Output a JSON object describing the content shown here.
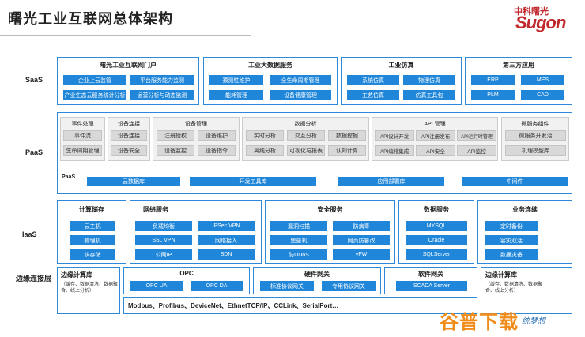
{
  "title": "曙光工业互联网总体架构",
  "logo": {
    "cn": "中科曙光",
    "en": "Sugon"
  },
  "layers": {
    "saas": "SaaS",
    "paas": "PaaS",
    "iaas": "IaaS",
    "edge": "边缘连接层"
  },
  "saas": {
    "portal": {
      "title": "曙光工业互联网门户",
      "items": [
        "企业上云监管",
        "平台服务能力监测",
        "产业生态云服务统计分析",
        "运营分析与动态监测"
      ]
    },
    "bigdata": {
      "title": "工业大数据服务",
      "items": [
        "预测性维护",
        "全生命周期管理",
        "能耗管理",
        "设备健康管理"
      ]
    },
    "sim": {
      "title": "工业仿真",
      "items": [
        "系统仿真",
        "物理仿真",
        "工艺仿真",
        "仿真工具包"
      ]
    },
    "third": {
      "title": "第三方应用",
      "items": [
        "ERP",
        "MES",
        "PLM",
        "CAD"
      ]
    }
  },
  "paas": {
    "event": {
      "title": "事件处理",
      "items": [
        "事件流",
        "生命周期管理"
      ]
    },
    "conn": {
      "title": "设备连接",
      "items": [
        "设备连接",
        "设备安全"
      ]
    },
    "devmgmt": {
      "title": "设备管理",
      "items": [
        "注册授权",
        "设备维护",
        "设备监控",
        "设备指令"
      ]
    },
    "analysis": {
      "title": "数据分析",
      "items": [
        "实时分析",
        "交互分析",
        "数据挖掘",
        "离线分析",
        "可视化与报表",
        "认知计算"
      ]
    },
    "api": {
      "title": "API 管理",
      "items": [
        "API设计开发",
        "API注册发布",
        "API运行时管理",
        "API编排集成",
        "API安全",
        "API监控"
      ]
    },
    "micro": {
      "title": "微服务组件",
      "items": [
        "微服务开发治",
        "机理模型库"
      ]
    },
    "base": {
      "label": "PaaS",
      "items": [
        "云数据库",
        "开发工具库",
        "应用部署库",
        "中间件"
      ]
    }
  },
  "iaas": {
    "compute": {
      "title": "计算储存",
      "items": [
        "云主机",
        "物理机",
        "块存储"
      ]
    },
    "network": {
      "title": "网络服务",
      "items": [
        "负载均衡",
        "IPSec VPN",
        "SSL VPN",
        "网络接入",
        "公网IP",
        "SDN"
      ]
    },
    "security": {
      "title": "安全服务",
      "items": [
        "漏洞扫描",
        "防病毒",
        "堡垒机",
        "网页防篡改",
        "防DDoS",
        "vFW"
      ]
    },
    "data": {
      "title": "数据服务",
      "items": [
        "MYSQL",
        "Oracle",
        "SQLServer"
      ]
    },
    "biz": {
      "title": "业务连续",
      "items": [
        "定时备份",
        "容灾双活",
        "数据灾备"
      ]
    }
  },
  "edge": {
    "left": {
      "title": "边缘计算库",
      "desc": "（缓存、数据清洗、数据聚合、线上分析）"
    },
    "opc": {
      "title": "OPC",
      "items": [
        "OPC UA",
        "OPC DA"
      ]
    },
    "hw": {
      "title": "硬件网关",
      "items": [
        "标准协议网关",
        "专用协议网关"
      ]
    },
    "sw": {
      "title": "软件网关",
      "items": [
        "SCADA Server"
      ]
    },
    "right": {
      "title": "边缘计算库",
      "desc": "（缓存、数据清洗、数据聚合、线上分析）"
    },
    "protocols": "Modbus、Profibus、DeviceNet、EthnetTCP/IP、CCLink、SerialPort…"
  },
  "watermark": {
    "text": "谷普下载",
    "sub": "统梦想"
  }
}
